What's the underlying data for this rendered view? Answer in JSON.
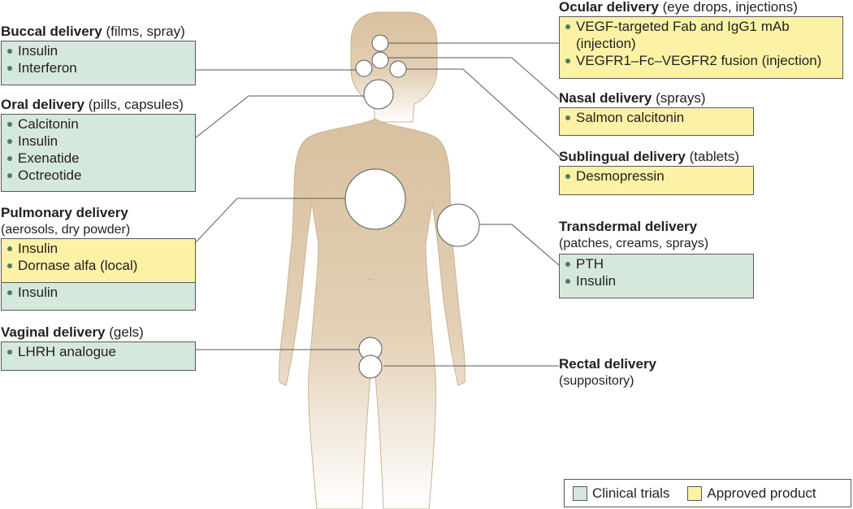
{
  "colors": {
    "clinical_trials": "#d5e8dc",
    "approved_product": "#fbf2a6",
    "body": "#ddc6a6",
    "leader_line": "#58595b"
  },
  "routes": {
    "buccal": {
      "name": "Buccal delivery",
      "forms": "(films, spray)",
      "clinical": [
        "Insulin",
        "Interferon"
      ]
    },
    "oral": {
      "name": "Oral delivery",
      "forms": "(pills, capsules)",
      "clinical": [
        "Calcitonin",
        "Insulin",
        "Exenatide",
        "Octreotide"
      ]
    },
    "pulmonary": {
      "name": "Pulmonary delivery",
      "forms": "(aerosols, dry powder)",
      "approved": [
        "Insulin",
        "Dornase alfa (local)"
      ],
      "clinical": [
        "Insulin"
      ]
    },
    "vaginal": {
      "name": "Vaginal delivery",
      "forms": "(gels)",
      "clinical": [
        "LHRH analogue"
      ]
    },
    "ocular": {
      "name": "Ocular delivery",
      "forms": "(eye drops, injections)",
      "approved": [
        "VEGF-targeted Fab and IgG1 mAb",
        "(injection)",
        "VEGFR1–Fc–VEGFR2 fusion (injection)"
      ]
    },
    "nasal": {
      "name": "Nasal delivery",
      "forms": "(sprays)",
      "approved": [
        "Salmon calcitonin"
      ]
    },
    "sublingual": {
      "name": "Sublingual delivery",
      "forms": "(tablets)",
      "approved": [
        "Desmopressin"
      ]
    },
    "transdermal": {
      "name": "Transdermal delivery",
      "forms": "(patches, creams, sprays)",
      "clinical": [
        "PTH",
        "Insulin"
      ]
    },
    "rectal": {
      "name": "Rectal delivery",
      "forms": "(suppository)"
    }
  },
  "legend": {
    "clinical_trials": "Clinical trials",
    "approved_product": "Approved product"
  }
}
